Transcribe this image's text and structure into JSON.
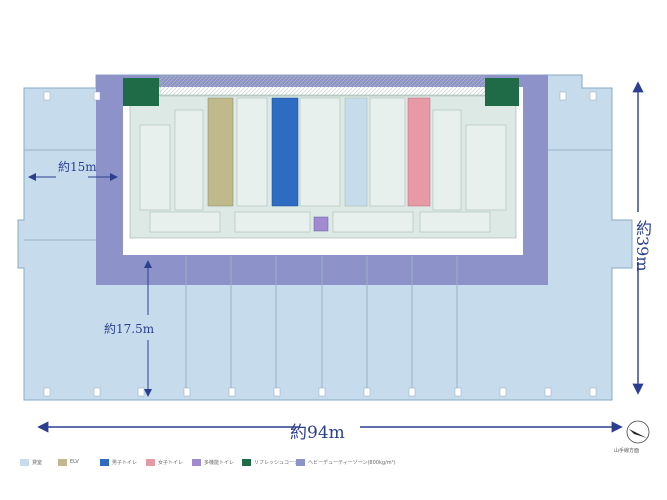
{
  "dimensions": {
    "width": "約94m",
    "height": "約39m",
    "depth_a": "約15m",
    "depth_b": "約17.5m"
  },
  "compass": {
    "label": "山手線方面"
  },
  "colors": {
    "office": "#c6dcec",
    "office_ring": "#8d93c8",
    "core": "#dde9e4",
    "elev_olive": "#bfb98c",
    "elev_blue": "#2e6cc4",
    "elev_pink": "#e79aa6",
    "green": "#1f6b47",
    "purple": "#a08ad0",
    "arrow": "#2b3f8f"
  },
  "legend": [
    {
      "swatch": "#c6dcec",
      "label": "貸室"
    },
    {
      "swatch": "#bfb98c",
      "label": "ELV"
    },
    {
      "swatch": "#2e6cc4",
      "label": "男子トイレ"
    },
    {
      "swatch": "#e79aa6",
      "label": "女子トイレ"
    },
    {
      "swatch": "#a08ad0",
      "label": "多機能トイレ"
    },
    {
      "swatch": "#1f6b47",
      "label": "リフレッシュコーナー"
    },
    {
      "swatch": "#8d93c8",
      "label": "ヘビーデューティーゾーン(800kg/m²)"
    }
  ]
}
